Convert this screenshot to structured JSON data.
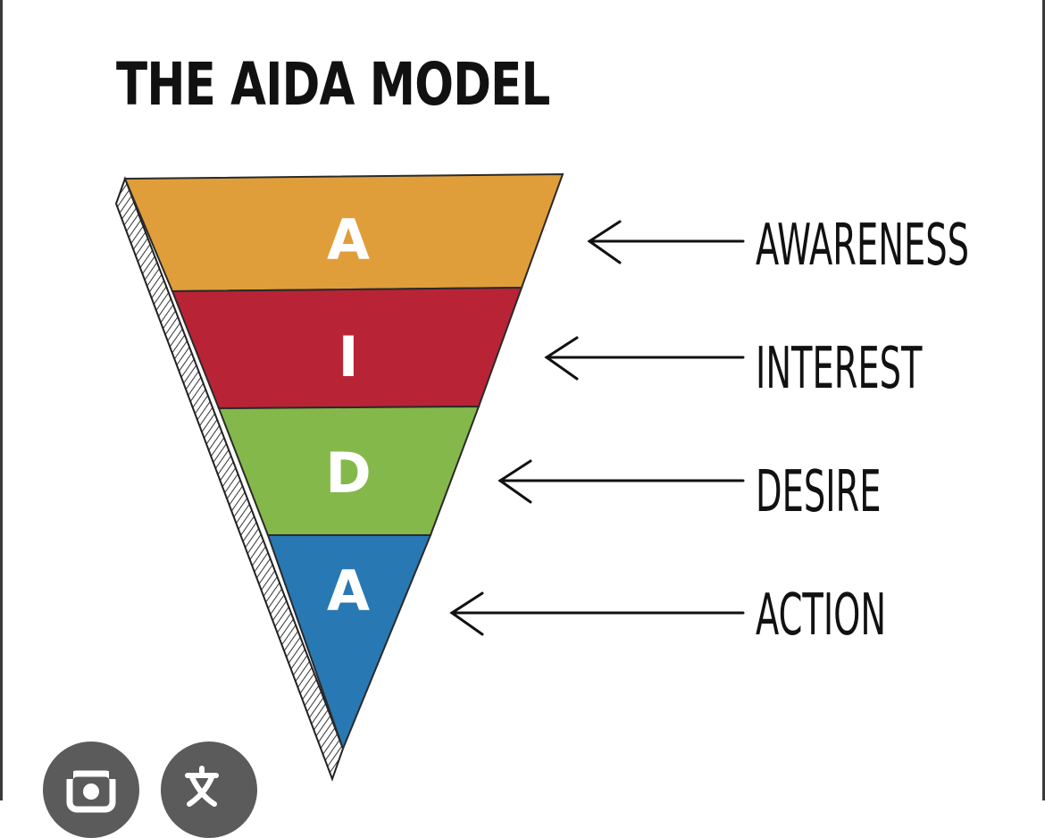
{
  "title": "THE AIDA MODEL",
  "stages": [
    {
      "letter": "A",
      "label": "AWARENESS",
      "color": "#e09e3a"
    },
    {
      "letter": "I",
      "label": "INTEREST",
      "color": "#b92336"
    },
    {
      "letter": "D",
      "label": "DESIRE",
      "color": "#85b84a"
    },
    {
      "letter": "A",
      "label": "ACTION",
      "color": "#2878b3"
    }
  ],
  "controls": [
    {
      "icon": "camera-search-icon"
    },
    {
      "icon": "translate-icon"
    }
  ]
}
